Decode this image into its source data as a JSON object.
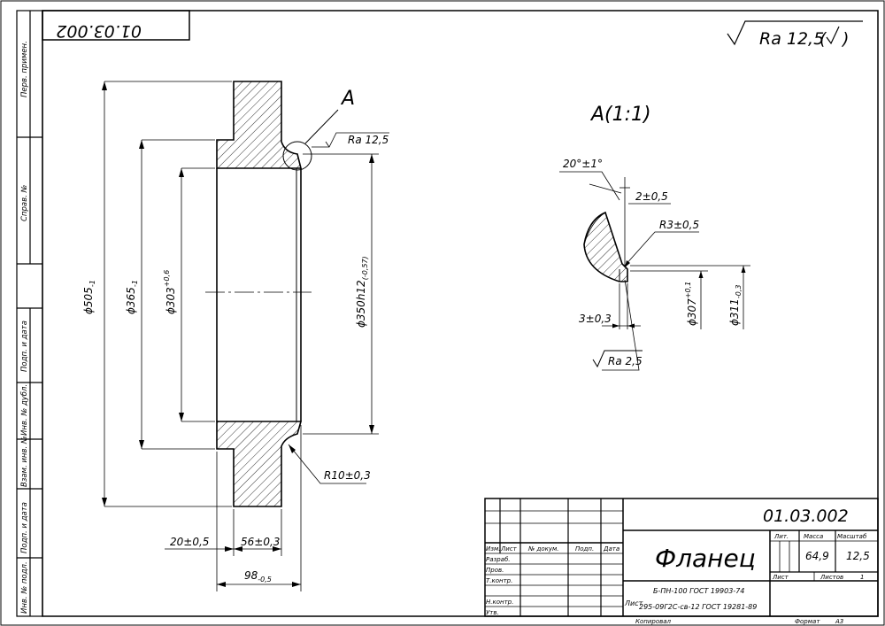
{
  "stamp": {
    "designation": "01.03.002",
    "designation_mirrored": "01.03.002",
    "title": "Фланец",
    "material_line1": "Б-ПН-100 ГОСТ 19903-74",
    "material_line2_prefix": "Лист",
    "material_line2": "295-09Г2С-св-12 ГОСТ 19281-89",
    "headers": {
      "lit": "Лит.",
      "mass": "Масса",
      "scale": "Масштаб"
    },
    "mass_value": "64,9",
    "scale_value": "12,5",
    "sheet_label": "Лист",
    "sheets_label": "Листов",
    "sheets_value": "1",
    "columns": {
      "izm": "Изм.",
      "list": "Лист",
      "doc": "№ докум.",
      "sign": "Подп.",
      "date": "Дата"
    },
    "roles": [
      "Разраб.",
      "Пров.",
      "Т.контр.",
      "Н.контр.",
      "Утв."
    ],
    "copied": "Копировал",
    "format_label": "Формат",
    "format_value": "A3"
  },
  "side_strip": [
    "Перв. примен.",
    "Справ. №",
    "Подп. и дата",
    "Инв. № дубл.",
    "Взам. инв. №",
    "Подп. и дата",
    "Инв. № подл."
  ],
  "roughness": {
    "general": "Ra 12,5",
    "top_face": "Ra 12,5",
    "detail": "Ra 2,5"
  },
  "section_label": "A",
  "detail_title": "A(1:1)",
  "dimensions": {
    "d505": "ϕ505",
    "d505_tol": "-1",
    "d365": "ϕ365",
    "d365_tol": "-1",
    "d303": "ϕ303",
    "d303_tol": "+0,6",
    "d350": "ϕ350h12",
    "d350_tol": "(-0,57)",
    "r10": "R10±0,3",
    "w20": "20±0,5",
    "w56": "56±0,3",
    "w98": "98",
    "w98_tol": "-0,5",
    "angle": "20°±1°",
    "chamfer": "2±0,5",
    "r3": "R3±0,5",
    "d307": "ϕ307",
    "d307_tol": "+0,1",
    "d311": "ϕ311",
    "d311_tol": "-0,3",
    "w3": "3±0,3"
  }
}
